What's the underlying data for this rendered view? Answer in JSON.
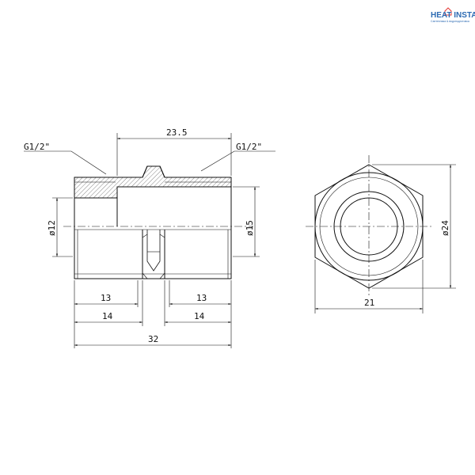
{
  "brand": {
    "name": "HEAT INSTALL",
    "tagline": "Сантехника & водоподготовка",
    "color": "#2d6bb3",
    "accent": "#e53935"
  },
  "side_view": {
    "thread_left": "G1/2\"",
    "thread_right": "G1/2\"",
    "dim_top": "23.5",
    "dim_inner_left": "ø12",
    "dim_inner_right": "ø15",
    "dim_left_13": "13",
    "dim_right_13": "13",
    "dim_left_14": "14",
    "dim_right_14": "14",
    "dim_total": "32"
  },
  "end_view": {
    "dim_height": "ø24",
    "dim_width": "21"
  }
}
